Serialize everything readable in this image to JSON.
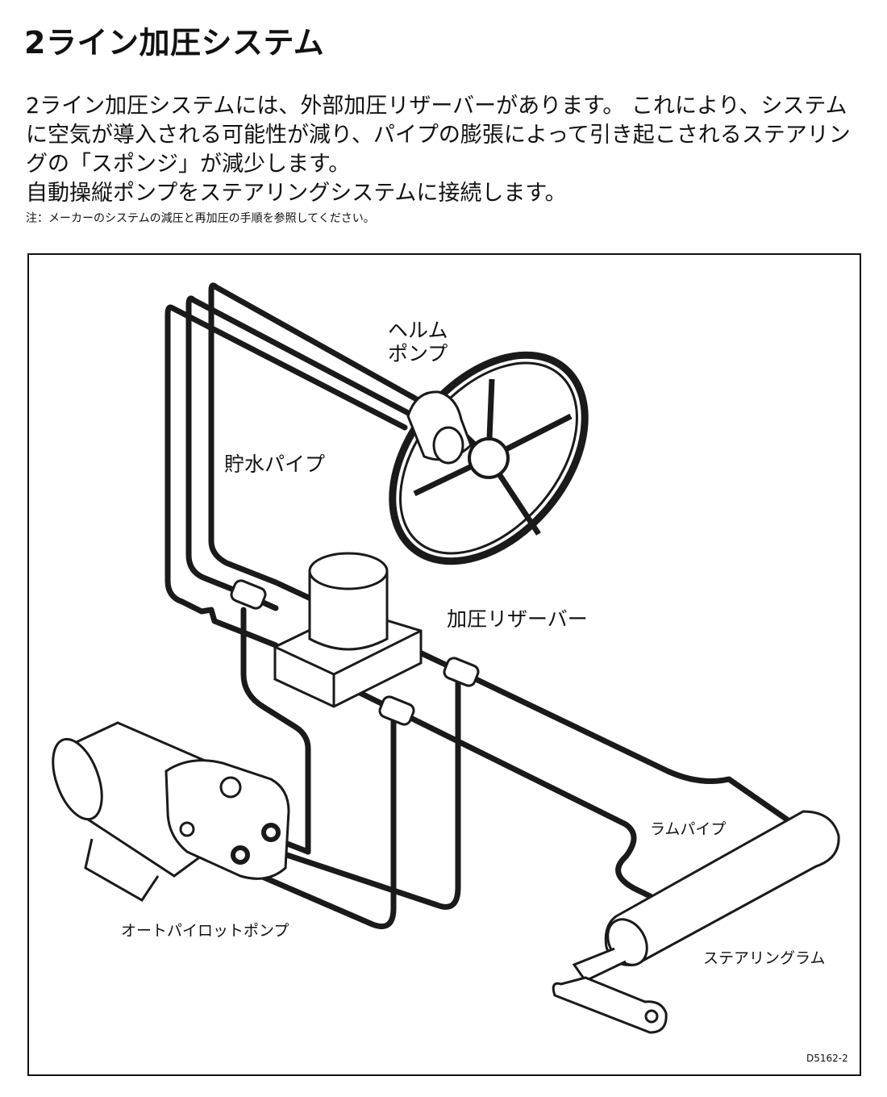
{
  "page": {
    "title": "2ライン加圧システム",
    "paragraph1": "2ライン加圧システムには、外部加圧リザーバーがあります。 これにより、システムに空気が導入される可能性が減り、パイプの膨張によって引き起こされるステアリングの「スポンジ」が減少します。",
    "paragraph2": "自動操縦ポンプをステアリングシステムに接続します。",
    "note": "注：メーカーのシステムの減圧と再加圧の手順を参照してください。"
  },
  "diagram": {
    "labels": {
      "helm_pump": "ヘルム\nポンプ",
      "reservoir_pipe": "貯水パイプ",
      "pressurized_reservoir": "加圧リザーバー",
      "ram_pipe": "ラムパイプ",
      "autopilot_pump": "オートパイロットポンプ",
      "steering_ram": "ステアリングラム",
      "figure_code": "D5162-2"
    }
  }
}
